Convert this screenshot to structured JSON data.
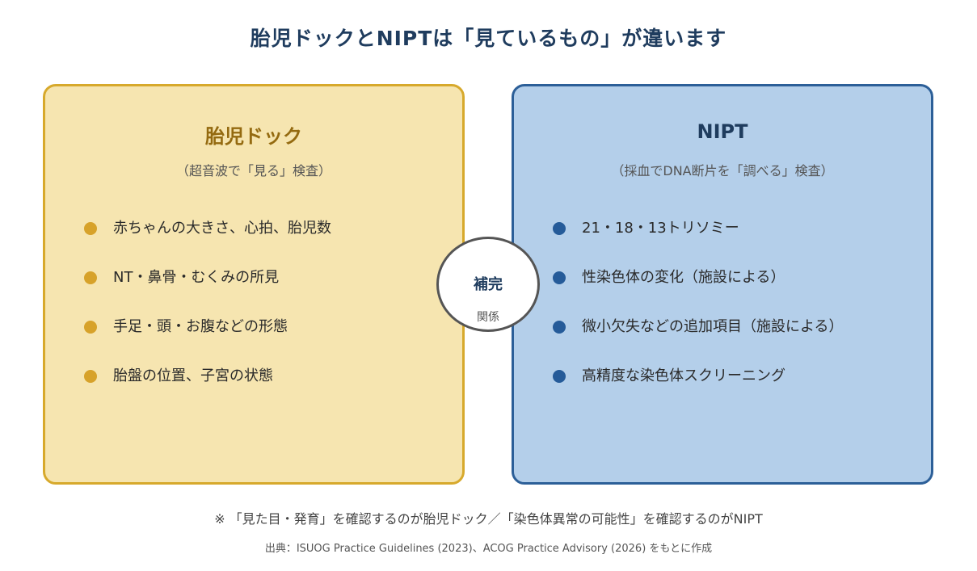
{
  "title": "胎児ドックとNIPTは「見ているもの」が違います",
  "left_panel": {
    "heading": "胎児ドック",
    "subtitle": "（超音波で「見る」検査）",
    "items": [
      "赤ちゃんの大きさ、心拍、胎児数",
      "NT・鼻骨・むくみの所見",
      "手足・頭・お腹などの形態",
      "胎盤の位置、子宮の状態"
    ]
  },
  "right_panel": {
    "heading": "NIPT",
    "subtitle": "（採血でDNA断片を「調べる」検査）",
    "items": [
      "21・18・13トリソミー",
      "性染色体の変化（施設による）",
      "微小欠失などの追加項目（施設による）",
      "高精度な染色体スクリーニング"
    ]
  },
  "hub": {
    "label": "補完",
    "sublabel": "関係"
  },
  "note": "※ 「見た目・発育」を確認するのが胎児ドック／「染色体異常の可能性」を確認するのがNIPT",
  "source": "出典：ISUOG Practice Guidelines (2023)、ACOG Practice Advisory (2026) をもとに作成",
  "colors": {
    "left_fill": "#f6e5b0",
    "left_border": "#d7a92c",
    "right_fill": "#b4cfea",
    "right_border": "#2c5f98",
    "title": "#1f3c5e"
  }
}
